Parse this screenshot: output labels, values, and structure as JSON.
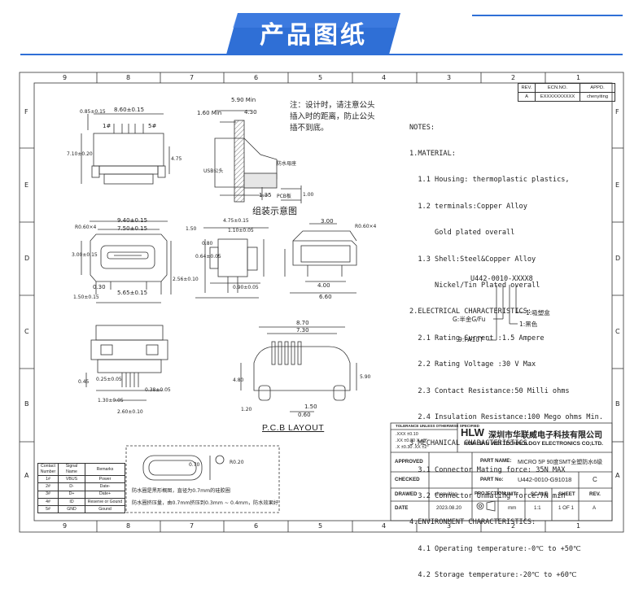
{
  "banner": {
    "title": "产品图纸"
  },
  "frame": {
    "col_labels": [
      "9",
      "8",
      "7",
      "6",
      "5",
      "4",
      "3",
      "2",
      "1"
    ],
    "row_labels": [
      "F",
      "E",
      "D",
      "C",
      "B",
      "A"
    ]
  },
  "revision": {
    "headers": [
      "REV.",
      "ECN.NO.",
      "APPD."
    ],
    "row": [
      "A",
      "EXXXXXXXXXX",
      "chenyiting"
    ]
  },
  "notes": [
    "NOTES:",
    "1.MATERIAL:",
    "  1.1 Housing: thermoplastic plastics,",
    "  1.2 terminals:Copper Alloy",
    "      Gold plated overall",
    "  1.3 Shell:Steel&Copper Alloy",
    "      Nickel/Tin Plated overall",
    "2.ELECTRICAL CHARACTERISTICS:",
    "  2.1 Rating Current :1.5 Ampere",
    "  2.2 Rating Voltage :30 V Max",
    "  2.3 Contact Resistance:50 Milli ohms",
    "  2.4 Insulation Resistance:100 Mego ohms Min.",
    "3.MECHANICAL CHARACTERISTICS:",
    "  3.1 Connector Mating force: 35N MAX",
    "  3.2 Connector Unmating force:7N min",
    "4.ENVIRONMENT CHARACTERISTICS:",
    "  4.1 Operating temperature:-0℃ to +50℃",
    "  4.2 Storage temperature:-20℃ to +60℃"
  ],
  "cn_note": "注：设计时，请注意公头插入时的距离，防止公头插不到底。",
  "assembly_title": "组装示意图",
  "assembly_labels": {
    "usb": "USB公头",
    "waterproof": "防水母座",
    "pcb": "PCB板"
  },
  "part_code": {
    "code": "U442-0010-XXXX8",
    "opt1": "1:吸塑盒",
    "opt2": "1:黑色",
    "opt3": "G:半金G/Fu",
    "opt4": "9:PA10T"
  },
  "dims": {
    "top_width": "8.60±0.15",
    "pin1": "1#",
    "pin5": "5#",
    "d085": "0.85±0.15",
    "d710": "7.10±0.20",
    "d475": "4.75",
    "d590": "5.90 Min",
    "d160": "1.60 Min",
    "d430": "4.30",
    "d135": "1.35",
    "d100": "1.00",
    "d940": "9.40±0.15",
    "d750": "7.50±0.15",
    "r060": "R0.60×4",
    "d300a": "3.00±0.15",
    "d030": "0.30",
    "d565": "5.65±0.15",
    "d150": "1.50±0.15",
    "d256": "2.56±0.10",
    "d475b": "4.75±0.15",
    "d110": "1.10±0.05",
    "d080": "0.80",
    "d064": "0.64±0.05",
    "d090": "0.90±0.05",
    "d300b": "3.00",
    "d400": "4.00",
    "d660": "6.60",
    "r060b": "R0.60×4",
    "d870": "8.70",
    "d730": "7.30",
    "d590b": "5.90",
    "d480": "4.80",
    "d120": "1.20",
    "d060": "0.60",
    "d150b": "1.50",
    "d045": "0.45",
    "d025": "0.25±0.05",
    "d038": "0.38±0.05",
    "d130": "1.30±0.05",
    "d260": "2.60±0.10",
    "d070": "0.70",
    "r020": "R0.20"
  },
  "pcb_title": "P.C.B LAYOUT",
  "gasket_notes": [
    "防水圈是黑形概图，直径为0.7mm的硅胶圈",
    "防水圈挤压量，由0.7mm挤压到0.3mm ~ 0.4mm，防水效果好"
  ],
  "signal_table": {
    "headers": [
      "Contact Number",
      "Signal Name",
      "Remarks"
    ],
    "rows": [
      [
        "1#",
        "VBUS",
        "Power"
      ],
      [
        "2#",
        "D-",
        "Date-"
      ],
      [
        "3#",
        "D+",
        "Date+"
      ],
      [
        "4#",
        "ID",
        "Reserve or Gound"
      ],
      [
        "5#",
        "GND",
        "Gound"
      ]
    ]
  },
  "title_block": {
    "tolerance_title": "TOLERANCE UNLESS OTHERWISE SPECIFIED",
    "tol_rows": [
      ".XXX ±0.10",
      ".XX ±0.20   X ±3°",
      ".X ±0.30   .XX ±2°"
    ],
    "logo": "HLW",
    "company_cn": "深圳市华联威电子科技有限公司",
    "company_en": "HUA LIAN WEI TECHNOLOGY ELECTRONICS CO;LTD.",
    "approved_label": "APPROVED",
    "part_name_label": "PART NAME:",
    "part_name": "MICRO 5P 90度SMT全塑防水6级",
    "checked_label": "CHECKED",
    "part_no_label": "PART No:",
    "part_no": "U442-0010-G91018",
    "rev_letter": "C",
    "drawed_label": "DRAWED",
    "drawer": "chenyiting",
    "projection_label": "PROJECTION:",
    "unit_label": "UNIT:",
    "unit": "mm",
    "scale_label": "SCALE",
    "scale": "1:1",
    "sheet_label": "SHEET",
    "sheet": "1 OF 1",
    "rev_label": "REV.",
    "rev": "A",
    "date_label": "DATE",
    "date": "2023.08.20"
  }
}
